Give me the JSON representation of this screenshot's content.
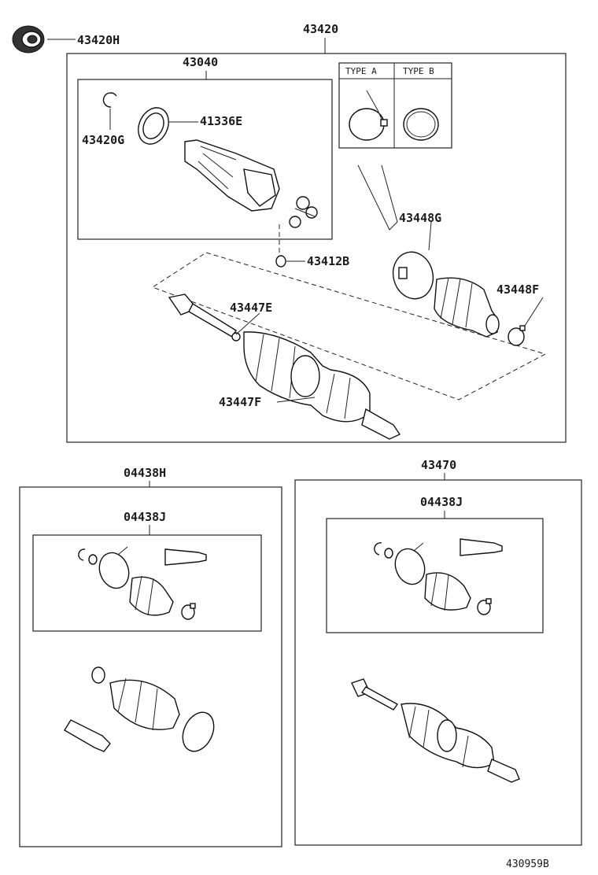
{
  "labels": {
    "p43420H": "43420H",
    "p43420": "43420",
    "p43040": "43040",
    "p41336E": "41336E",
    "p43420G": "43420G",
    "p43448G": "43448G",
    "p43448F": "43448F",
    "p43412B": "43412B",
    "p43447E": "43447E",
    "p43447F": "43447F",
    "p04438H": "04438H",
    "p04438J_left": "04438J",
    "p43470": "43470",
    "p04438J_right": "04438J"
  },
  "clamp_types": {
    "type_a": "TYPE A",
    "type_b": "TYPE B"
  },
  "drawing_code": "430959B"
}
